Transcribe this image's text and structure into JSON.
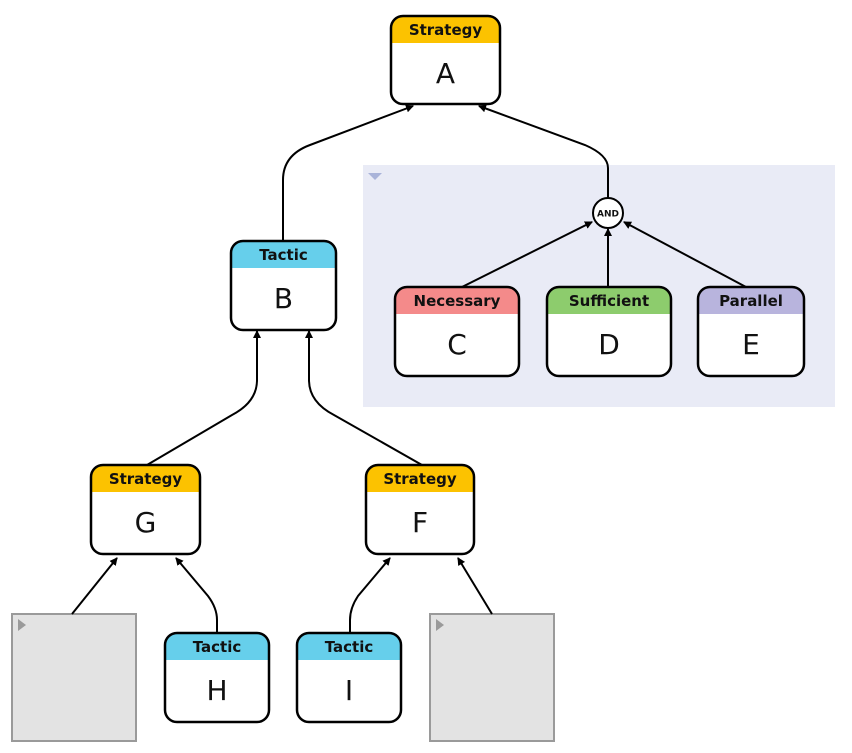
{
  "colors": {
    "strategy": "#fcc200",
    "tactic": "#66cfeb",
    "necessary": "#f48a8a",
    "sufficient": "#8dcc6d",
    "parallel": "#b8b4dd",
    "group_bg": "#e9ebf6",
    "group_toggle": "#a9b3d9",
    "collapsed_bg": "#e3e3e3",
    "collapsed_border": "#9a9a9a",
    "edge": "#000000"
  },
  "nodes": {
    "A": {
      "header": "Strategy",
      "letter": "A"
    },
    "B": {
      "header": "Tactic",
      "letter": "B"
    },
    "C": {
      "header": "Necessary",
      "letter": "C"
    },
    "D": {
      "header": "Sufficient",
      "letter": "D"
    },
    "E": {
      "header": "Parallel",
      "letter": "E"
    },
    "G": {
      "header": "Strategy",
      "letter": "G"
    },
    "F": {
      "header": "Strategy",
      "letter": "F"
    },
    "H": {
      "header": "Tactic",
      "letter": "H"
    },
    "I": {
      "header": "Tactic",
      "letter": "I"
    }
  },
  "and_gate": {
    "label": "AND"
  },
  "icons": {
    "group_toggle": "triangle-down-icon",
    "collapsed_toggle": "triangle-right-icon"
  }
}
